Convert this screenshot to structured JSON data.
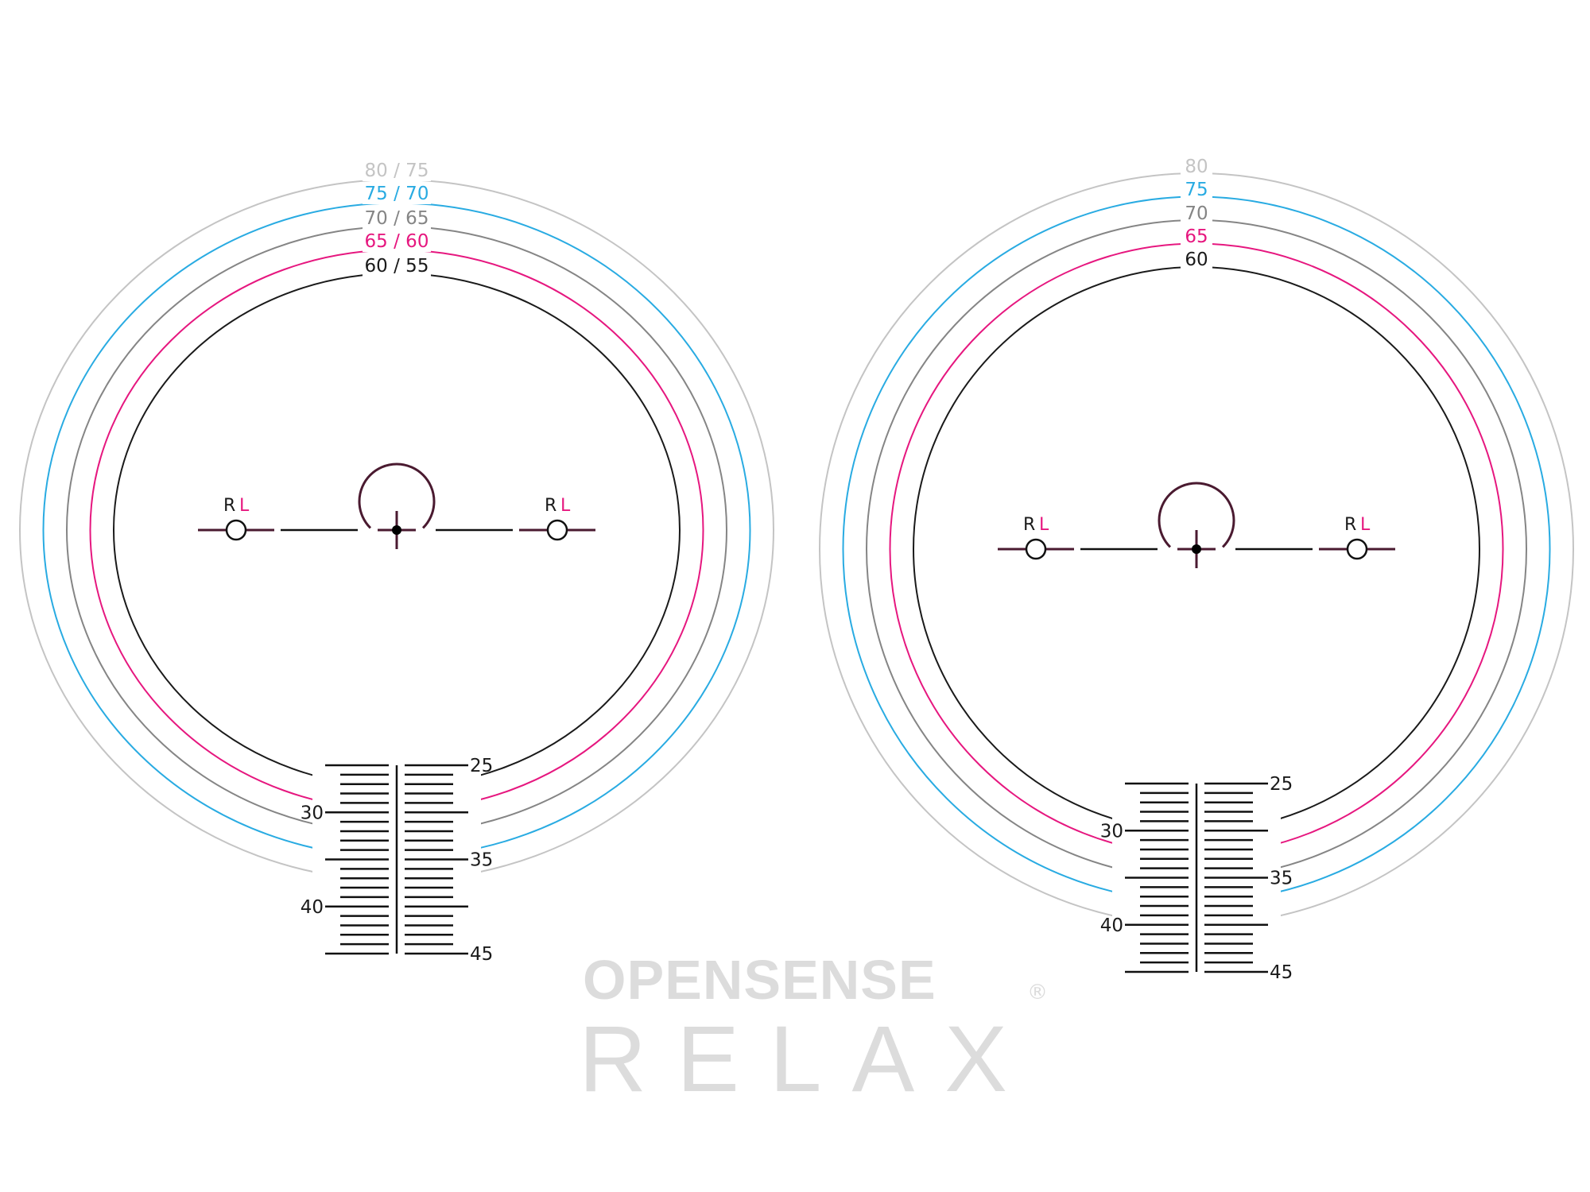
{
  "colors": {
    "ring_80": "#c4c4c4",
    "ring_75": "#29abe2",
    "ring_70": "#858585",
    "ring_65": "#e6177f",
    "ring_60": "#1a1a1a",
    "marker": "#4a1a30"
  },
  "diagrams": [
    {
      "ring_labels": [
        "80 / 75",
        "75 / 70",
        "70 / 65",
        "65 / 60",
        "60 / 55"
      ],
      "marker_labels": {
        "r": "R",
        "l": "L"
      },
      "scale_labels_left": [
        "30",
        "40"
      ],
      "scale_labels_right": [
        "25",
        "35",
        "45"
      ]
    },
    {
      "ring_labels": [
        "80",
        "75",
        "70",
        "65",
        "60"
      ],
      "marker_labels": {
        "r": "R",
        "l": "L"
      },
      "scale_labels_left": [
        "30",
        "40"
      ],
      "scale_labels_right": [
        "25",
        "35",
        "45"
      ]
    }
  ],
  "watermark": {
    "line1": "OPENSENSE",
    "line2": "RELAX",
    "mark": "®"
  }
}
